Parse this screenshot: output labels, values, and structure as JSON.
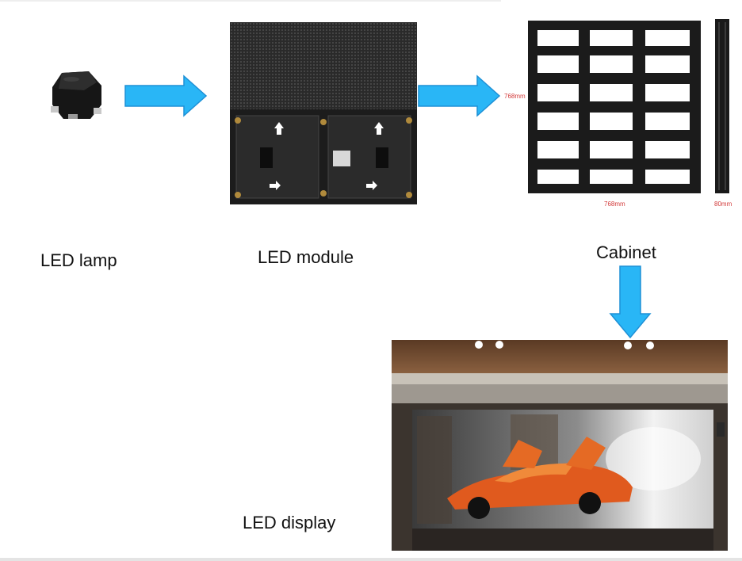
{
  "labels": {
    "lamp": "LED lamp",
    "module": "LED module",
    "cabinet": "Cabinet",
    "display": "LED display"
  },
  "dimensions": {
    "cabinet_height": "768mm",
    "cabinet_width": "768mm",
    "cabinet_depth": "80mm"
  },
  "colors": {
    "arrow": "#29b6f6",
    "arrow_edge": "#1e90d6",
    "dimension_text": "#d23a3a",
    "dark_hardware": "#1b1b1b"
  }
}
